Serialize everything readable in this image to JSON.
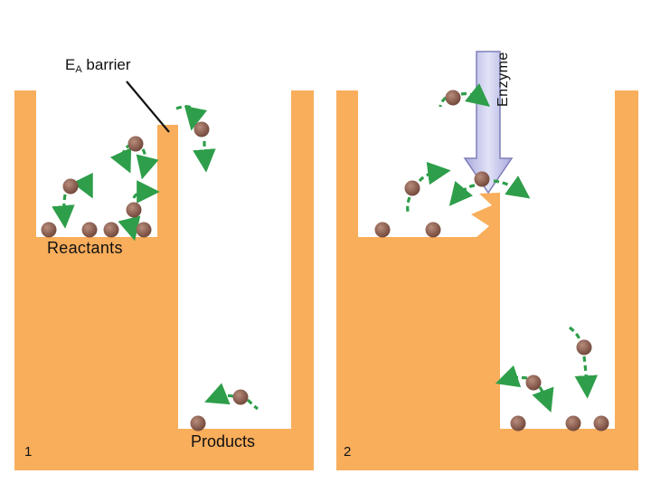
{
  "labels": {
    "ea_main": "E",
    "ea_sub": "A",
    "ea_rest": " barrier",
    "reactants": "Reactants",
    "products": "Products",
    "panel1": "1",
    "panel2": "2",
    "enzyme": "Enzyme"
  },
  "colors": {
    "wall": "#F9AE5C",
    "molecule": "#8A5A4A",
    "arrow": "#2E9E4A",
    "enzyme_fill": "#C9CAEC",
    "enzyme_stroke": "#7E7FB8"
  },
  "icons": {
    "molecule": "reactant-molecule-icon",
    "arrow": "motion-arrow-icon",
    "enzyme": "enzyme-arrow-icon"
  }
}
